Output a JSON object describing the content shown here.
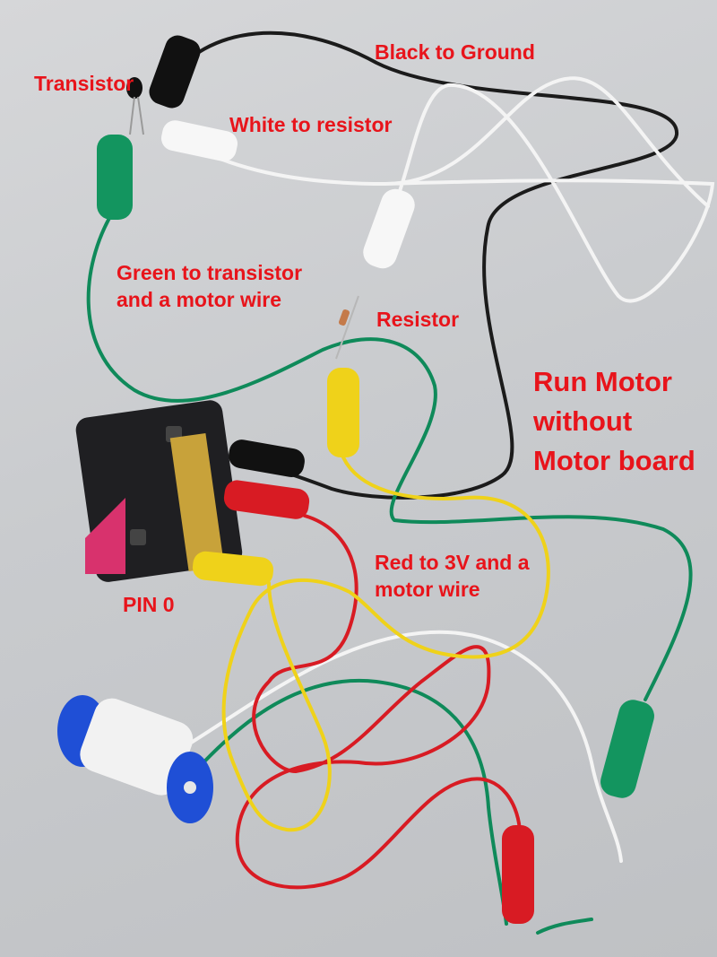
{
  "labels": {
    "black_to_ground": "Black to Ground",
    "transistor": "Transistor",
    "white_to_resistor": "White to resistor",
    "green_to_transistor": [
      "Green to transistor",
      "and a motor wire"
    ],
    "resistor": "Resistor",
    "run_motor": [
      "Run Motor",
      "without",
      "Motor board"
    ],
    "red_to_3v": [
      "Red to 3V and a",
      "motor wire"
    ],
    "pin_0": "PIN 0"
  },
  "colors": {
    "label_text": "#e8141b",
    "wire_black": "#1b1b1b",
    "wire_white": "#f2f2f2",
    "wire_green": "#0f8a5a",
    "wire_red": "#d81b23",
    "wire_yellow": "#efd21a",
    "board": "#1f1f22",
    "motor_wheel": "#1f4fd6"
  }
}
